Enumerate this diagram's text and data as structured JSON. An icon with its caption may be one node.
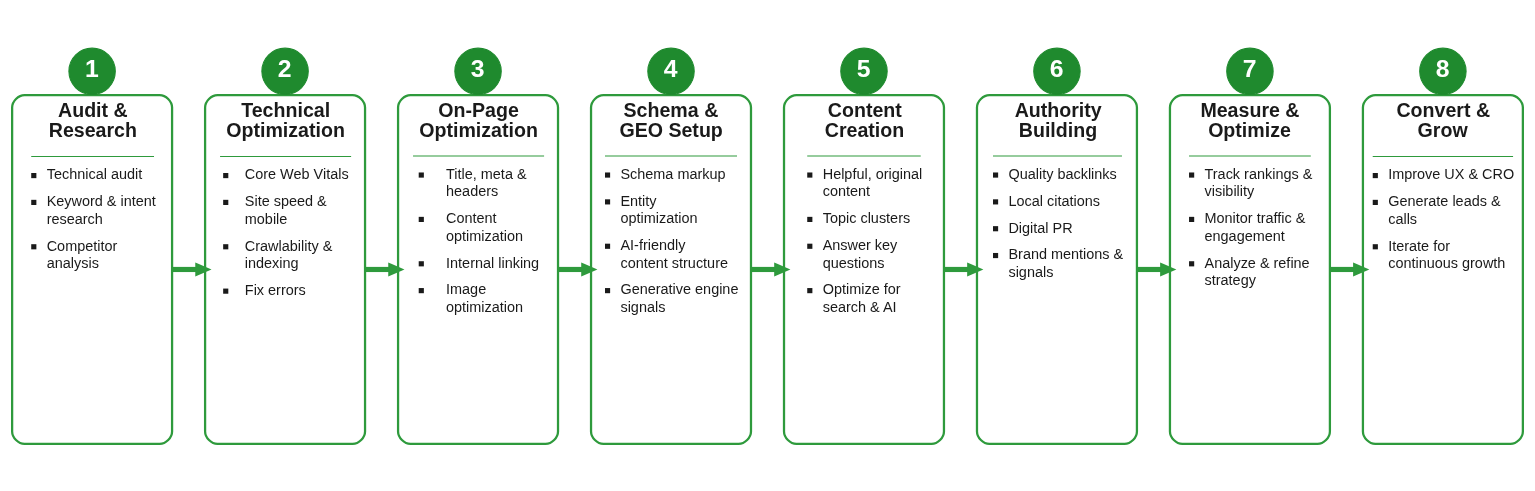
{
  "diagram": {
    "nodes": [
      {
        "text": [
          "1"
        ]
      },
      {
        "text": [
          "Audit & Research",
          "Technical audit",
          "Keyword & intent research",
          "Competitor analysis"
        ]
      },
      {
        "text": [
          "2"
        ]
      },
      {
        "text": [
          "Technical Optimization",
          "Core Web Vitals",
          "Site speed & mobile",
          "Crawlability & indexing",
          "Fix errors"
        ]
      },
      {
        "text": [
          "3"
        ]
      },
      {
        "text": [
          "On-Page Optimization",
          "Title, meta & headers",
          "Content optimization",
          "Internal linking",
          "Image optimization"
        ]
      },
      {
        "text": [
          "4"
        ]
      },
      {
        "text": [
          "Schema & GEO Setup",
          "Schema markup",
          "Entity optimization",
          "AI-friendly content structure",
          "Generative engine signals"
        ]
      },
      {
        "text": [
          "5"
        ]
      },
      {
        "text": [
          "Content Creation",
          "Helpful, original content",
          "Topic clusters",
          "Answer key questions",
          "Optimize for search & AI"
        ]
      },
      {
        "text": [
          "6"
        ]
      },
      {
        "text": [
          "Authority Building",
          "Quality backlinks",
          "Local citations",
          "Digital PR",
          "Brand mentions & signals"
        ]
      },
      {
        "text": [
          "7"
        ]
      },
      {
        "text": [
          "Measure & Optimize",
          "Track rankings & visibility",
          "Monitor traffic & engagement",
          "Analyze & refine strategy"
        ]
      },
      {
        "text": [
          "8"
        ]
      },
      {
        "text": [
          "Convert & Grow",
          "Improve UX & CRO",
          "Generate leads & calls",
          "Iterate for continuous growth"
        ]
      }
    ],
    "edges": [
      {
        "from": 1,
        "to": 3,
        "arrow": "to"
      },
      {
        "from": 3,
        "to": 5,
        "arrow": "to"
      },
      {
        "from": 5,
        "to": 7,
        "arrow": "to"
      },
      {
        "from": 7,
        "to": 9,
        "arrow": "to"
      },
      {
        "from": 9,
        "to": 11,
        "arrow": "to"
      },
      {
        "from": 11,
        "to": 13,
        "arrow": "to"
      },
      {
        "from": 13,
        "to": 15,
        "arrow": "to"
      }
    ]
  }
}
